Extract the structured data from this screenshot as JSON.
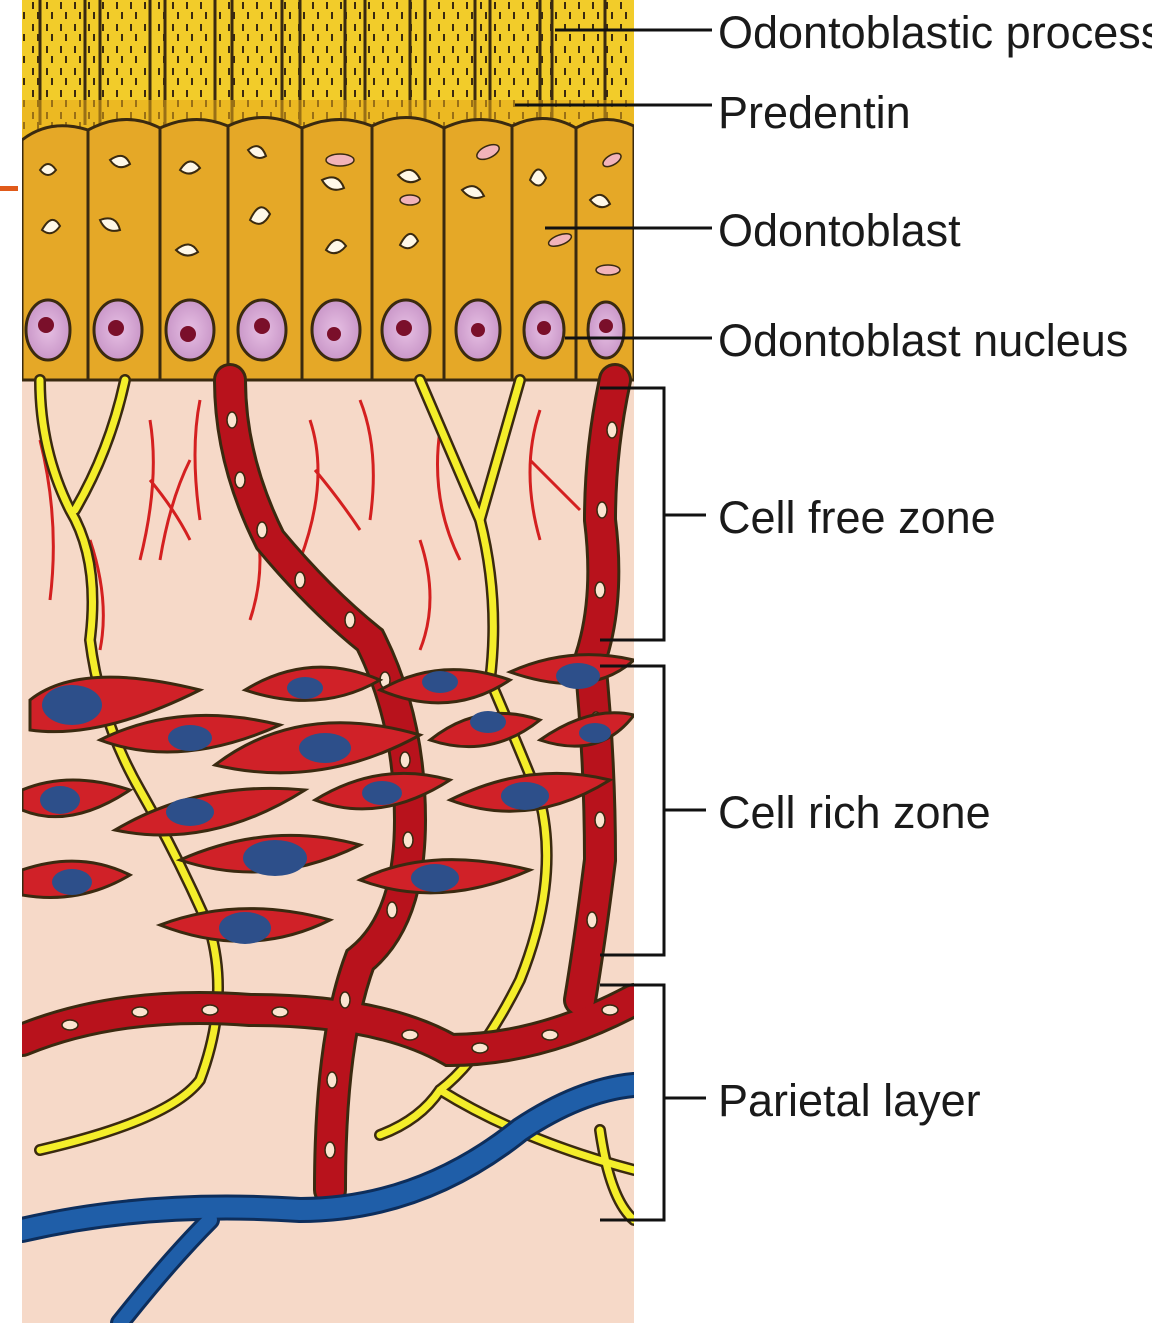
{
  "labels": {
    "odontoblastic_process": "Odontoblastic process",
    "predentin": "Predentin",
    "odontoblast": "Odontoblast",
    "odontoblast_nucleus": "Odontoblast nucleus",
    "cell_free_zone": "Cell free zone",
    "cell_rich_zone": "Cell rich zone",
    "parietal_layer": "Parietal layer"
  },
  "colors": {
    "background": "#ffffff",
    "tissue": "#f6d9c8",
    "dentin": "#e8a91c",
    "cell_body": "#e5a827",
    "cell_outline": "#3a2a10",
    "nucleus": "#d7a6d6",
    "nucleolus": "#7a0f2a",
    "blood_vessel": "#b8121c",
    "nerve": "#f4ee2a",
    "fibroblast": "#d02128",
    "fibroblast_nucleus": "#2d4f8a",
    "vein": "#1f5ea8",
    "capillary": "#d42020",
    "accent_rule": "#e05a1a"
  }
}
